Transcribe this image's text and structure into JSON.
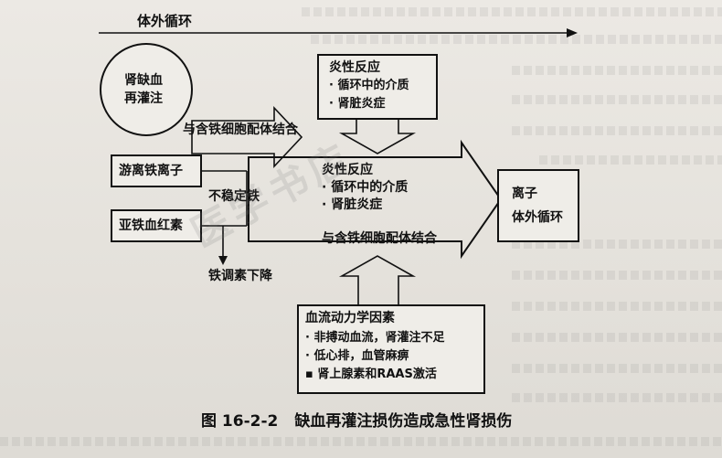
{
  "diagram": {
    "top_flow_label": "体外循环",
    "ischemia_circle": [
      "肾缺血",
      "再灌注"
    ],
    "iron_binding_label_top": "与含铁细胞配体结合",
    "free_iron_box": "游离铁离子",
    "unstable_iron": "不稳定铁",
    "heme_box": "亚铁血红素",
    "ferritin_down": "铁调素下降",
    "inflammation_top": {
      "title": "炎性反应",
      "items": [
        "· 循环中的介质",
        "· 肾脏炎症"
      ]
    },
    "central_arrow": {
      "lines": [
        "炎性反应",
        "· 循环中的介质",
        "· 肾脏炎症"
      ],
      "bottom_label": "与含铁细胞配体结合"
    },
    "outcome_box": [
      "离子",
      "体外循环"
    ],
    "hemodynamic_box": {
      "title": "血流动力学因素",
      "items": [
        "· 非搏动血流，肾灌注不足",
        "· 低心排，血管麻痹",
        "▪ 肾上腺素和RAAS激活"
      ]
    }
  },
  "caption": {
    "figure_number": "图 16-2-2",
    "title": "缺血再灌注损伤造成急性肾损伤"
  },
  "watermark": "医学书店"
}
